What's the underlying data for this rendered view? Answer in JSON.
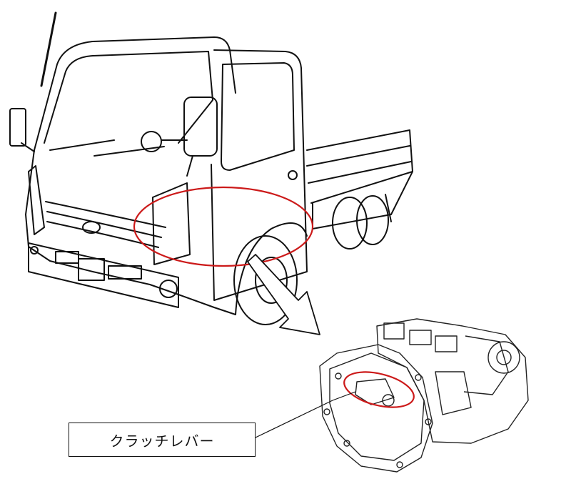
{
  "figure": {
    "callout_label": "クラッチレバー",
    "highlight_color": "#cc1a1a",
    "line_color": "#111111",
    "icons": [
      "truck-illustration",
      "transmission-illustration",
      "direction-arrow"
    ]
  }
}
